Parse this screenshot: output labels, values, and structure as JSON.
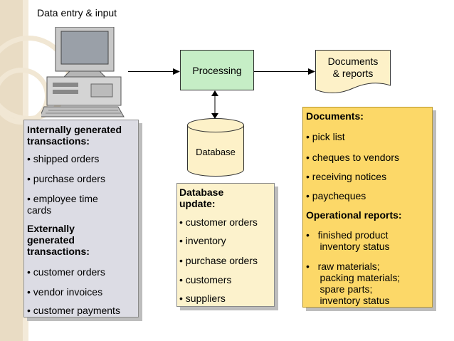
{
  "title": "Data entry & input",
  "processing_label": "Processing",
  "documents_label": [
    "Documents",
    "& reports"
  ],
  "database_label": "Database",
  "input_panel": {
    "internal_heading": [
      "Internally generated",
      "transactions:"
    ],
    "internal_items": [
      "• shipped orders",
      "• purchase orders",
      "• employee time",
      "cards"
    ],
    "external_heading": [
      "Externally",
      "generated",
      "transactions:"
    ],
    "external_items": [
      "• customer orders",
      "• vendor invoices",
      "• customer payments"
    ]
  },
  "update_panel": {
    "heading": [
      "Database",
      "update:"
    ],
    "items": [
      "• customer orders",
      "• inventory",
      "• purchase orders",
      "• customers",
      "• suppliers"
    ]
  },
  "output_panel": {
    "documents_heading": "Documents:",
    "documents_items": [
      "•   pick list",
      "•   cheques to vendors",
      "•   receiving notices",
      "•   paycheques"
    ],
    "reports_heading": "Operational reports:",
    "reports_items": [
      "•   finished product",
      "     inventory status",
      "•   raw materials;",
      "     packing materials;",
      "     spare parts;",
      "     inventory status"
    ]
  },
  "colors": {
    "processing_fill": "#c6eec6",
    "documents_fill": "#fdf1c8",
    "database_fill": "#fdf1c8",
    "input_panel_fill": "#dcdce4",
    "update_panel_fill": "#fcf2cc",
    "output_panel_fill": "#fcd868"
  },
  "icons": {
    "computer": "computer-icon"
  }
}
